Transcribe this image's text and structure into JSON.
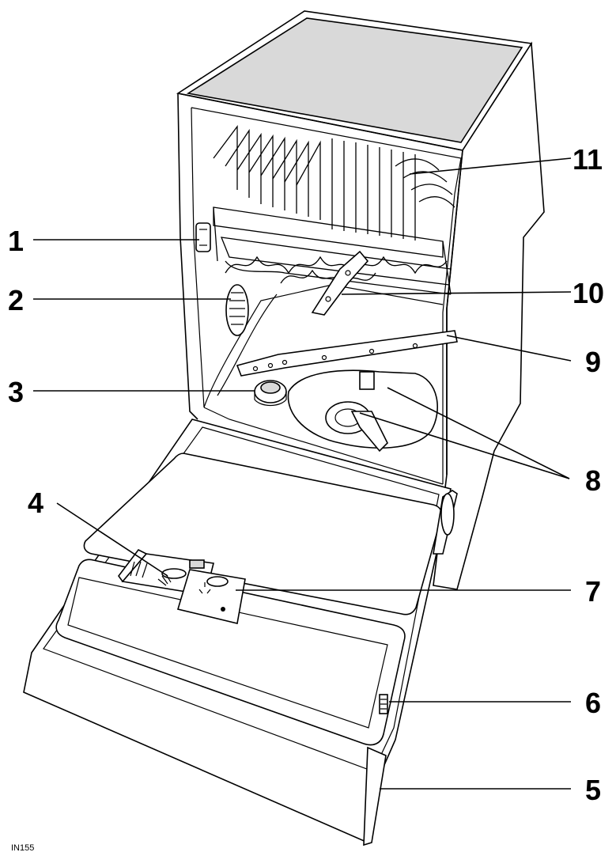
{
  "figure_code": "IN155",
  "colors": {
    "line": "#000000",
    "top_fill": "#d9d9d9",
    "background": "#ffffff"
  },
  "callouts": [
    {
      "id": "1",
      "label": "1"
    },
    {
      "id": "2",
      "label": "2"
    },
    {
      "id": "3",
      "label": "3"
    },
    {
      "id": "4",
      "label": "4"
    },
    {
      "id": "5",
      "label": "5"
    },
    {
      "id": "6",
      "label": "6"
    },
    {
      "id": "7",
      "label": "7"
    },
    {
      "id": "8",
      "label": "8"
    },
    {
      "id": "9",
      "label": "9"
    },
    {
      "id": "10",
      "label": "10"
    },
    {
      "id": "11",
      "label": "11"
    }
  ]
}
